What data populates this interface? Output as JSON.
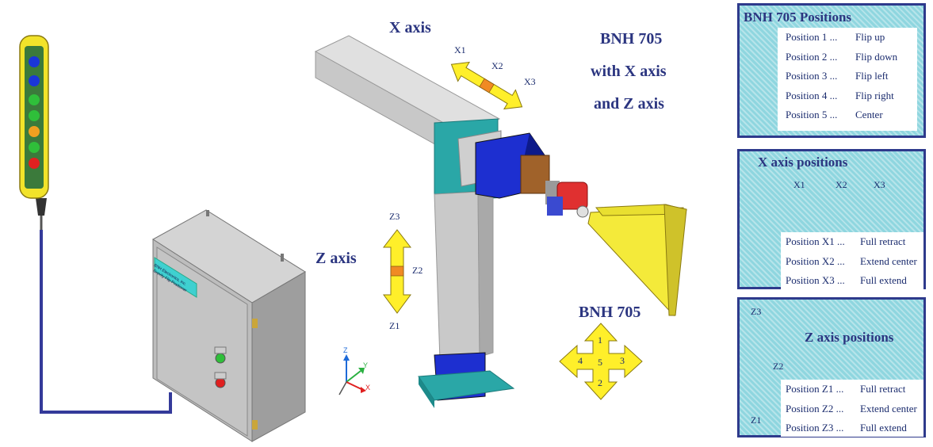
{
  "diagram": {
    "title_lines": [
      "BNH 705",
      "with X axis",
      "and Z axis"
    ],
    "x_axis_label": "X axis",
    "z_axis_label": "Z axis",
    "bnh_label": "BNH 705",
    "arrow_x_labels": [
      "X1",
      "X2",
      "X3"
    ],
    "arrow_z_labels": [
      "Z3",
      "Z2",
      "Z1"
    ],
    "cross_numbers": [
      "1",
      "2",
      "3",
      "4",
      "5"
    ],
    "coord_labels": [
      "Z",
      "Y",
      "X"
    ],
    "cabinet_plate_text": [
      "BNH Electronics, Inc.",
      "Gravity Flip Positioner"
    ]
  },
  "panels": {
    "bnh": {
      "title": "BNH 705 Positions",
      "rows": [
        {
          "key": "Position 1 ...",
          "value": "Flip up"
        },
        {
          "key": "Position 2 ...",
          "value": "Flip down"
        },
        {
          "key": "Position 3 ...",
          "value": "Flip left"
        },
        {
          "key": "Position 4 ...",
          "value": "Flip right"
        },
        {
          "key": "Position 5 ...",
          "value": "Center"
        }
      ]
    },
    "x_axis": {
      "title": "X axis positions",
      "arrow_labels": [
        "X1",
        "X2",
        "X3"
      ],
      "rows": [
        {
          "key": "Position X1 ...",
          "value": "Full retract"
        },
        {
          "key": "Position X2 ...",
          "value": "Extend center"
        },
        {
          "key": "Position X3 ...",
          "value": "Full extend"
        }
      ]
    },
    "z_axis": {
      "title": "Z axis positions",
      "arrow_labels": [
        "Z3",
        "Z2",
        "Z1"
      ],
      "rows": [
        {
          "key": "Position Z1 ...",
          "value": "Full retract"
        },
        {
          "key": "Position Z2 ...",
          "value": "Extend center"
        },
        {
          "key": "Position Z3 ...",
          "value": "Full extend"
        }
      ]
    }
  },
  "colors": {
    "panel_bg": "#8fd6df",
    "panel_border": "#2e3a8c",
    "label_text": "#2b3580",
    "arrow_yellow": "#ffef2a",
    "arrow_mid": "#f08a24",
    "robot_teal": "#2aa7a7",
    "robot_blue": "#1d2fd0",
    "tool_yellow": "#f4ea3a"
  }
}
